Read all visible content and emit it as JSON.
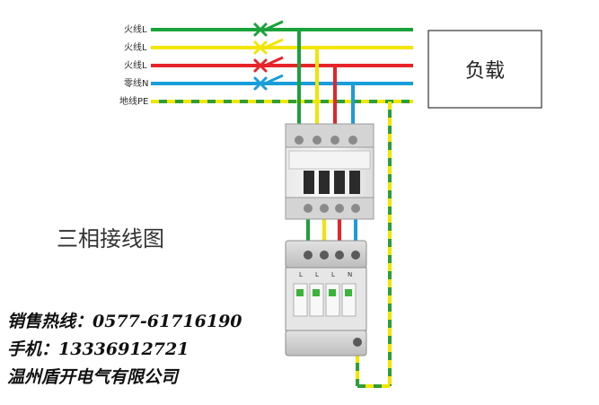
{
  "lines": [
    {
      "label": "火线L",
      "color": "#1aa33a"
    },
    {
      "label": "火线L",
      "color": "#f2e600"
    },
    {
      "label": "火线L",
      "color": "#e8232a"
    },
    {
      "label": "零线N",
      "color": "#1a9ed9"
    },
    {
      "label": "地线PE",
      "color": "#2e9e3a",
      "stripe": "#f2e600"
    }
  ],
  "load_label": "负载",
  "diagram_title": "三相接线图",
  "spd_terminals": [
    "L",
    "L",
    "L",
    "N"
  ],
  "contact": {
    "hotline": "销售热线：0577-61716190",
    "mobile": "手机：13336912721",
    "company": "温州盾开电气有限公司"
  }
}
